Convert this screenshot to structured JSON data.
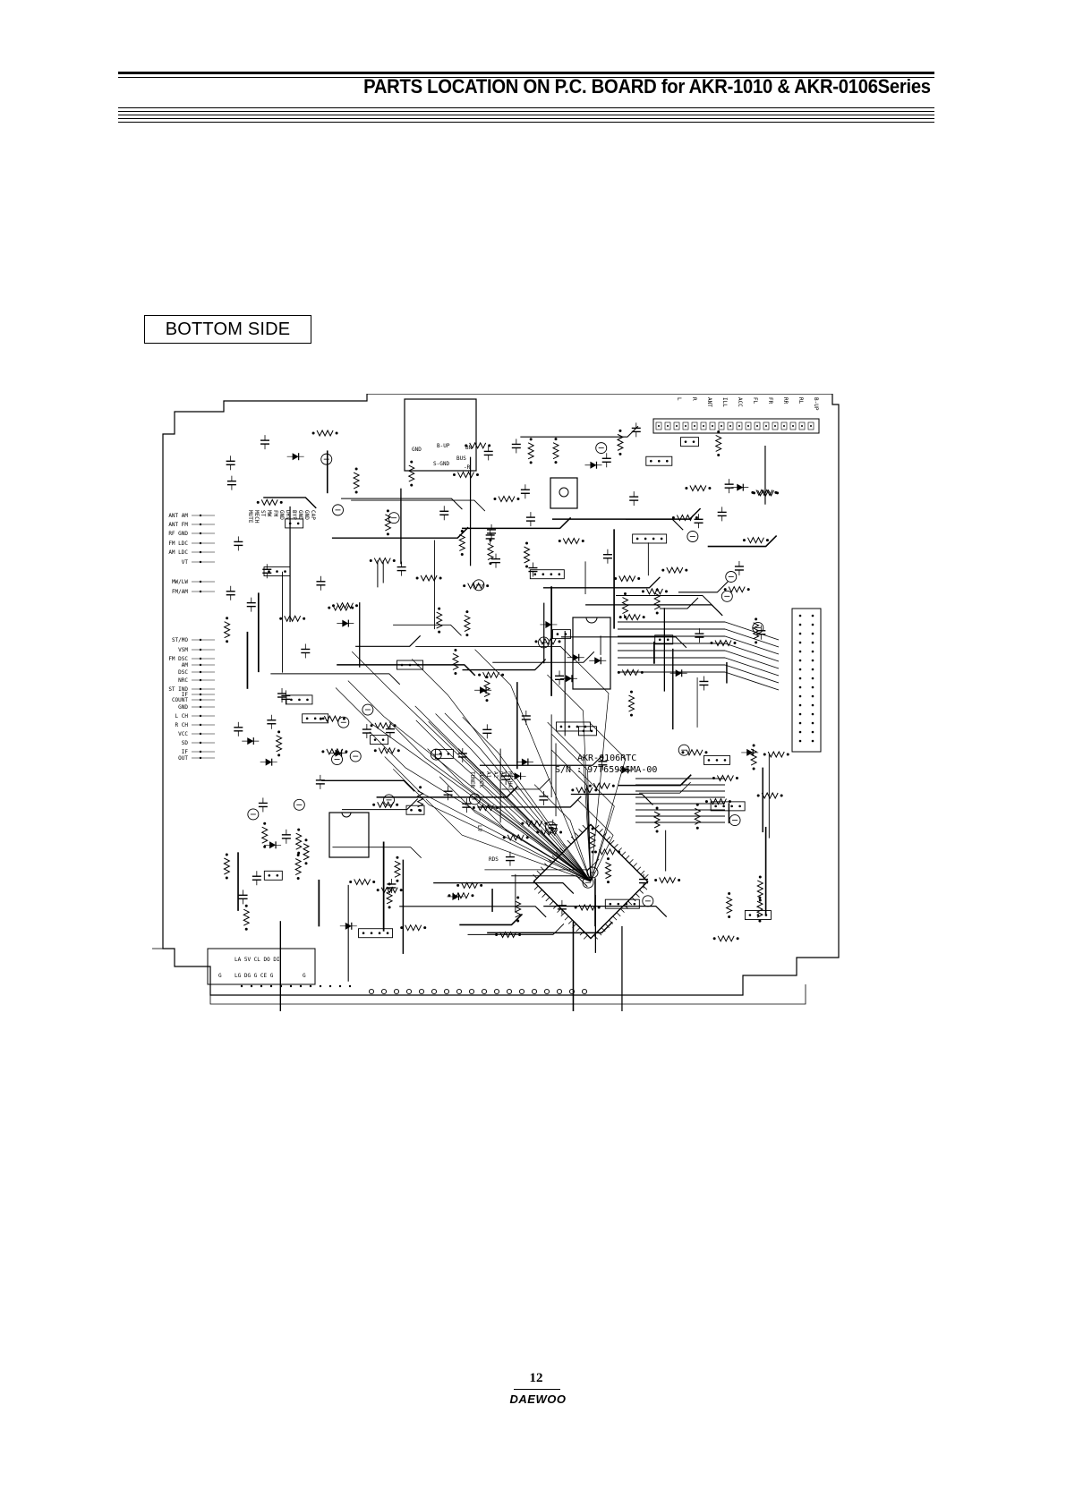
{
  "header": {
    "title": "PARTS LOCATION ON P.C. BOARD for AKR-1010 & AKR-0106Series"
  },
  "section_label": "BOTTOM SIDE",
  "board": {
    "model_text": "AKR-0106RTC",
    "serial_text": "S/N : 97T6598SMA-00",
    "left_connector_labels": [
      "ANT AM",
      "ANT FM",
      "RF GND",
      "FM LDC",
      "AM LDC",
      "VT",
      "MW/LW",
      "FM/AM",
      "ST/MO",
      "VSM",
      "FM DSC",
      "AM",
      "DSC",
      "NRC",
      "ST IND",
      "IF",
      "COUNT",
      "GND",
      "L CH",
      "R CH",
      "VCC",
      "SD",
      "IF",
      "OUT"
    ],
    "top_connector_labels": [
      "B-UP",
      "RL",
      "RR",
      "FR",
      "FL",
      "ACC",
      "ILL",
      "ANT",
      "R",
      "L"
    ],
    "module_labels": [
      "GND",
      "B-UP",
      "BN",
      "S-GND",
      "BUS",
      "-R"
    ],
    "center_labels": [
      "MECHA",
      "A3",
      "A2",
      "A1",
      "CLOCK",
      "TUNER",
      "LV",
      "RDS"
    ],
    "bottom_connector_top": "LA 5V CL DO DI",
    "bottom_connector_bottom": "LG DG G CE G",
    "bottom_g_labels": [
      "G",
      "G"
    ],
    "misc_labels": [
      "MUTE",
      "MECH",
      "ST",
      "MW",
      "FM",
      "GND",
      "DRV",
      "BYP",
      "GND",
      "GND",
      "CAP"
    ]
  },
  "footer": {
    "page_number": "12",
    "brand": "DAEWOO"
  }
}
